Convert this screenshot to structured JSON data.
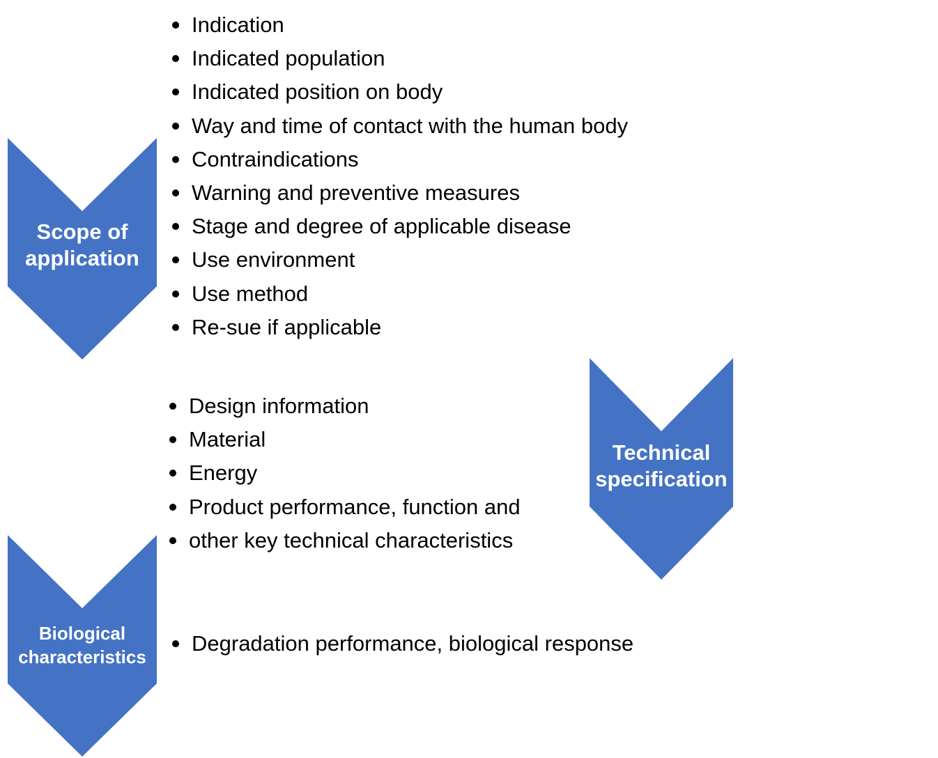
{
  "colors": {
    "chevron_fill": "#4472C4",
    "chevron_text": "#FFFFFF",
    "bullet_text": "#000000"
  },
  "sections": {
    "scope": {
      "label_line1": "Scope of",
      "label_line2": "application",
      "items": [
        "Indication",
        "Indicated population",
        "Indicated position on body",
        "Way and time of contact with the human body",
        "Contraindications",
        "Warning and preventive measures",
        "Stage and degree of applicable disease",
        "Use environment",
        "Use method",
        "Re-sue if applicable"
      ]
    },
    "technical": {
      "label_line1": "Technical",
      "label_line2": "specification",
      "items": [
        "Design information",
        "Material",
        "Energy",
        "Product performance, function and",
        "other key technical characteristics"
      ]
    },
    "biological": {
      "label_line1": "Biological",
      "label_line2": "characteristics",
      "items": [
        "Degradation performance, biological response"
      ]
    }
  }
}
